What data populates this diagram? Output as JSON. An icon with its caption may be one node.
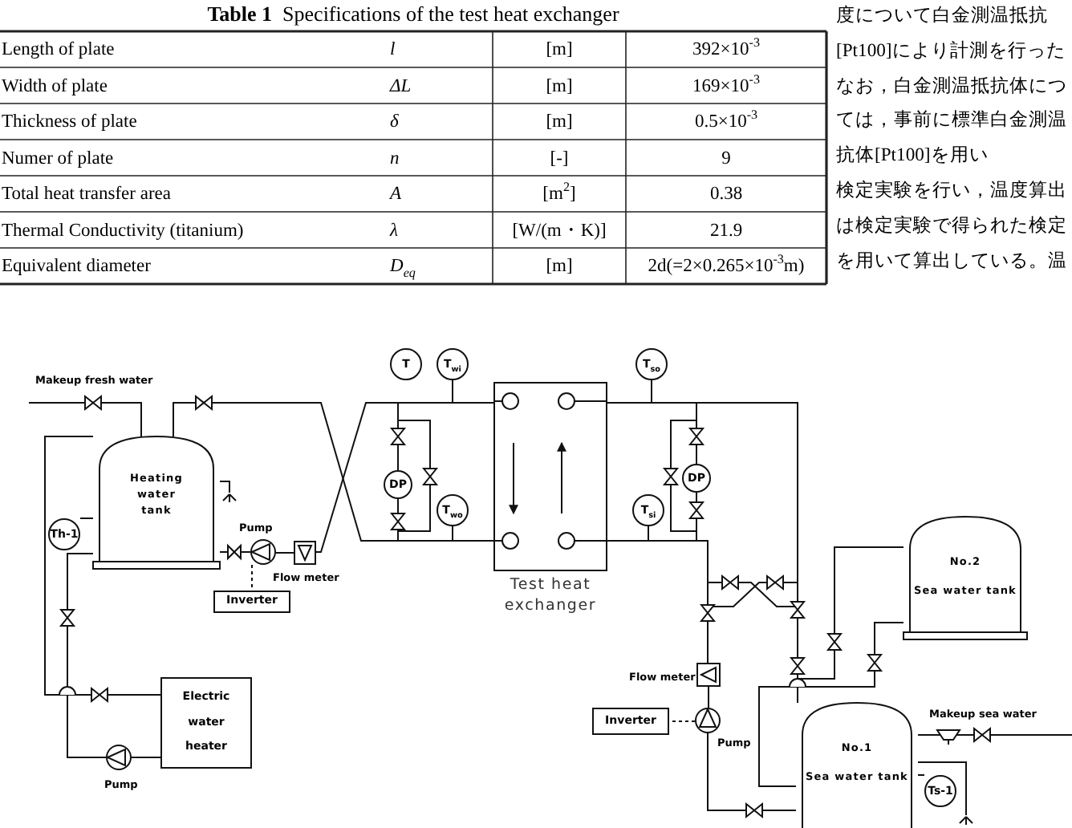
{
  "diagram": {
    "title": "**Table 1**  Specifications of the test heat exchanger",
    "nodes": [
      {
        "text": [
          "Heating water tank"
        ]
      },
      {
        "text": [
          "Th-1"
        ]
      },
      {
        "text": [],
        "shape": "circle",
        "beside": [
          "Pump"
        ]
      },
      {
        "text": [],
        "shape": "box",
        "beside": [
          "Flow meter"
        ]
      },
      {
        "text": [
          "Inverter"
        ]
      },
      {
        "text": [
          "Electric water heater"
        ]
      },
      {
        "text": [],
        "shape": "circle",
        "beside": [
          "Pump"
        ]
      },
      {
        "text": [
          "T"
        ]
      },
      {
        "text": [
          "T$_{wi}$"
        ]
      },
      {
        "text": [
          "DP"
        ]
      },
      {
        "text": [
          "T$_{wo}$"
        ]
      },
      {
        "text": [
          "Test heat exchanger"
        ]
      },
      {
        "text": [
          "T$_{so}$"
        ]
      },
      {
        "text": [
          "DP"
        ]
      },
      {
        "text": [
          "T$_{si}$"
        ]
      },
      {
        "text": [],
        "shape": "box",
        "beside": [
          "Flow meter"
        ]
      },
      {
        "text": [
          "Inverter"
        ]
      },
      {
        "text": [],
        "shape": "circle",
        "beside": [
          "Pump"
        ]
      },
      {
        "text": [
          "No.2",
          "Sea water tank"
        ]
      },
      {
        "text": [
          "No.1",
          "Sea water tank"
        ]
      },
      {
        "text": [
          "Ts-1"
        ]
      }
    ],
    "edges": [
      {
        "from": 0,
        "to": 2,
        "arrow": "none"
      },
      {
        "from": 2,
        "to": 3,
        "arrow": "none"
      },
      {
        "from": 3,
        "to": 11,
        "arrow": "none"
      },
      {
        "from": 11,
        "to": 0,
        "arrow": "none"
      },
      {
        "from": 2,
        "to": 4,
        "arrow": "none",
        "style": "dashed"
      },
      {
        "from": 1,
        "to": 0,
        "arrow": "none"
      },
      {
        "from": 0,
        "to": 5,
        "arrow": "none"
      },
      {
        "from": 5,
        "to": 6,
        "arrow": "none"
      },
      {
        "from": 6,
        "to": 0,
        "arrow": "none"
      },
      {
        "from": null,
        "to": 0,
        "arrow": "none"
      },
      {
        "from": 15,
        "to": 11,
        "arrow": "none"
      },
      {
        "from": 17,
        "to": 15,
        "arrow": "none"
      },
      {
        "from": 19,
        "to": 17,
        "arrow": "none"
      },
      {
        "from": 11,
        "to": 19,
        "arrow": "none"
      },
      {
        "from": 11,
        "to": 18,
        "arrow": "none"
      },
      {
        "from": 18,
        "to": 19,
        "arrow": "none"
      },
      {
        "from": 17,
        "to": 16,
        "arrow": "none",
        "style": "dashed"
      },
      {
        "from": 20,
        "to": 19,
        "arrow": "none"
      },
      {
        "from": null,
        "to": 19,
        "arrow": "none"
      },
      {
        "from": 8,
        "to": null,
        "arrow": "none"
      },
      {
        "from": 10,
        "to": null,
        "arrow": "none"
      },
      {
        "from": 12,
        "to": null,
        "arrow": "none"
      },
      {
        "from": 14,
        "to": null,
        "arrow": "none"
      },
      {
        "from": 9,
        "to": null,
        "arrow": "none"
      },
      {
        "from": 9,
        "to": null,
        "arrow": "none"
      },
      {
        "from": 13,
        "to": null,
        "arrow": "none"
      },
      {
        "from": 13,
        "to": null,
        "arrow": "none"
      }
    ],
    "labels": [
      "Length of plate",
      "l",
      "[m]",
      "392×10$^{-3}$",
      "Width of plate",
      "ΔL",
      "[m]",
      "169×10$^{-3}$",
      "Thickness of plate",
      "δ",
      "[m]",
      "0.5×10$^{-3}$",
      "Numer of plate",
      "n",
      "[-]",
      "9",
      "Total heat transfer area",
      "A",
      "[m$^{2}$]",
      "0.38",
      "Thermal Conductivity (titanium)",
      "λ",
      "[W/(m・K)]",
      "21.9",
      "Equivalent diameter",
      "D$_{eq}$",
      "[m]",
      "2d(=2×0.265×10$^{-3}$m)",
      "度について白金測温抵抗",
      "[Pt100]により計測を行った",
      "なお，白金測温抵抗体につ",
      "ては，事前に標準白金測温",
      "抗体[Pt100]を用い",
      "検定実験を行い，温度算出",
      "は検定実験で得られた検定",
      "を用いて算出している。温",
      "Makeup fresh water",
      "Makeup sea water"
    ]
  }
}
